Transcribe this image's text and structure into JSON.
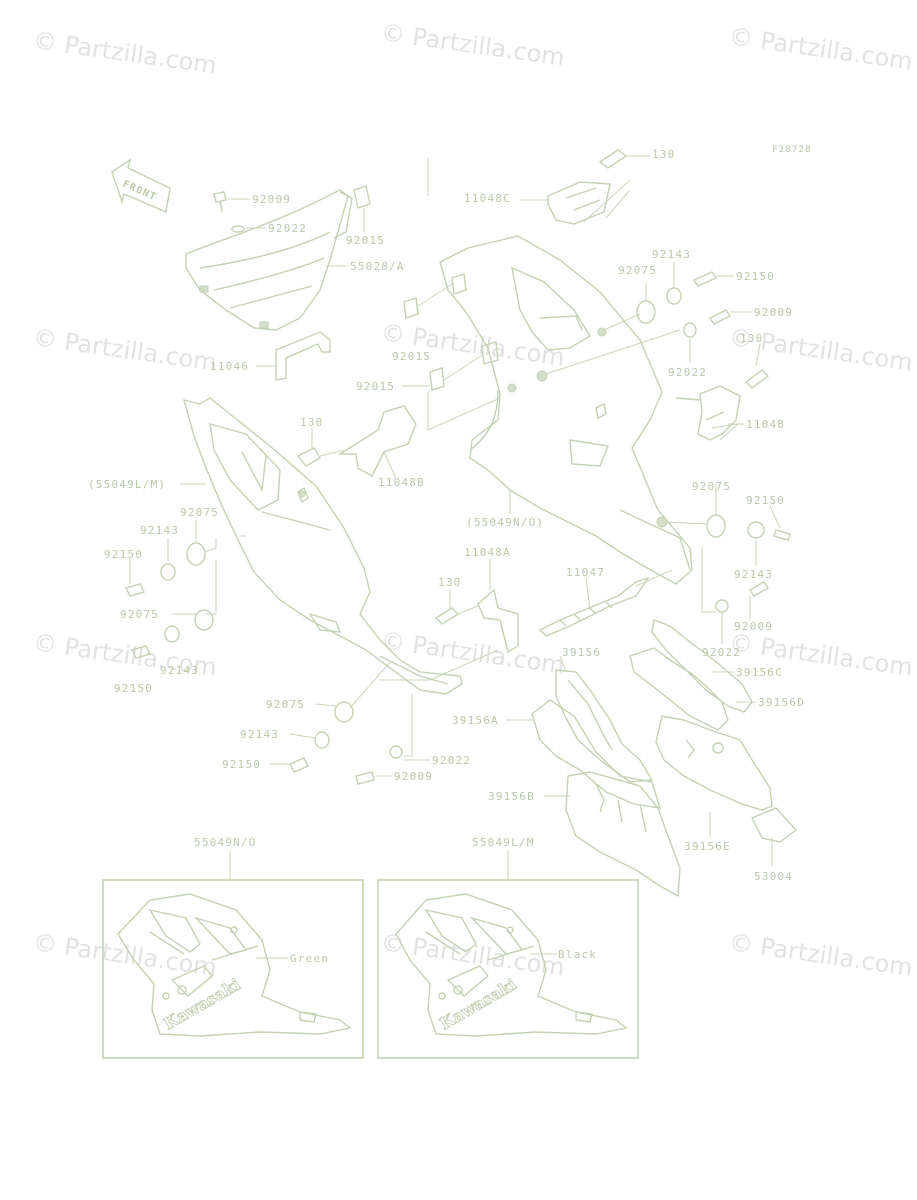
{
  "watermark": "© Partzilla.com",
  "figure_code": "F2872B",
  "front_arrow_text": "FRONT",
  "labels": {
    "p130_top": "130",
    "p11048c": "11048C",
    "p92009_a": "92009",
    "p92022_a": "92022",
    "p92015_a": "92015",
    "p55028": "55028/A",
    "p92143_a": "92143",
    "p92075_a": "92075",
    "p92150_a": "92150",
    "p92009_b": "92009",
    "p130_b": "130",
    "p92022_b": "92022",
    "p11048": "11048",
    "p92015_b": "92015",
    "p92015_c": "92015",
    "p11046": "11046",
    "p130_c": "130",
    "p11048b": "11048B",
    "p55049lm": "(55049L/M)",
    "p55049no": "(55049N/O)",
    "p92075_b": "92075",
    "p92143_b": "92143",
    "p92150_b": "92150",
    "p92075_c": "92075",
    "p92150_c": "92150",
    "p92143_c": "92143",
    "p92075_d": "92075",
    "p92143_d": "92143",
    "p92150_d": "92150",
    "p11048a": "11048A",
    "p130_d": "130",
    "p11047": "11047",
    "p92009_c": "92009",
    "p92022_c": "92022",
    "p39156": "39156",
    "p39156c": "39156C",
    "p39156d": "39156D",
    "p39156a": "39156A",
    "p92075_e": "92075",
    "p92143_e": "92143",
    "p92150_e": "92150",
    "p92022_d": "92022",
    "p92009_d": "92009",
    "p39156b": "39156B",
    "p39156e": "39156E",
    "p53004": "53004"
  },
  "variant_boxes": [
    {
      "code": "55049N/O",
      "color_label": "Green",
      "brand": "Kawasaki"
    },
    {
      "code": "55049L/M",
      "color_label": "Black",
      "brand": "Kawasaki"
    }
  ]
}
